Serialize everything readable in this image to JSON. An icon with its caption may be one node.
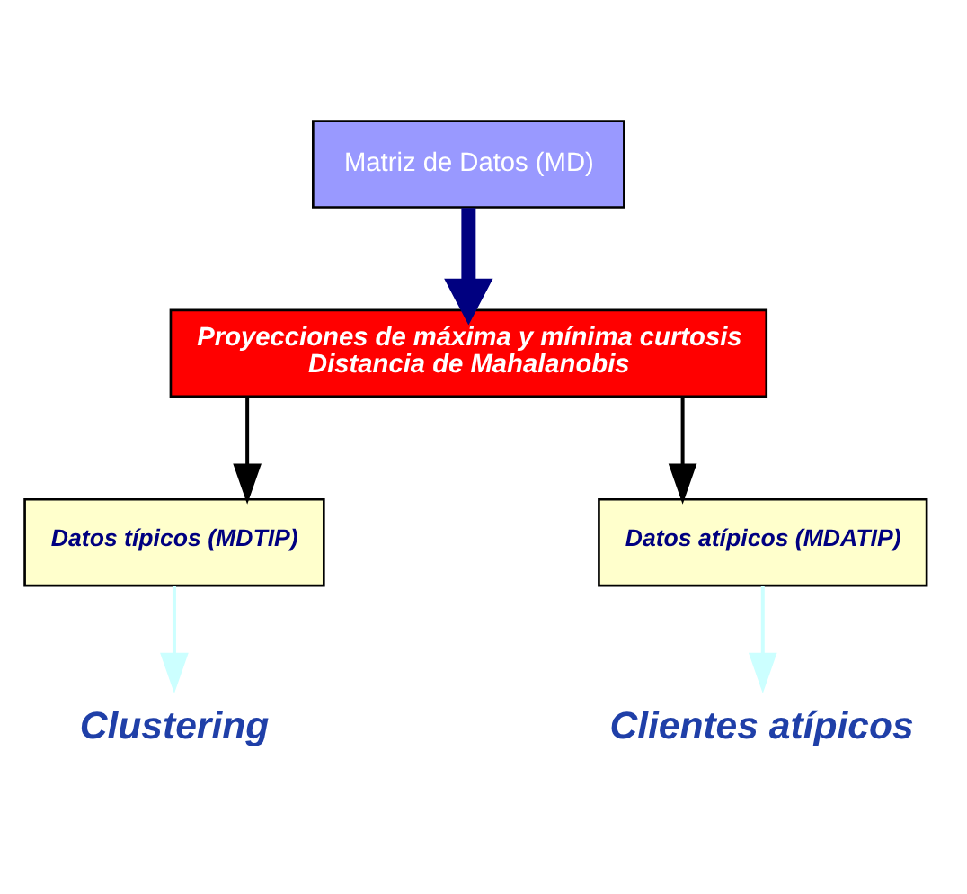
{
  "diagram": {
    "nodes": [
      {
        "text": [
          "Matriz de Datos (MD)"
        ]
      },
      {
        "text": [
          "Proyecciones de máxima y mínima curtosis",
          "Distancia de Mahalanobis"
        ]
      },
      {
        "text": [
          "Datos típicos (MDTIP)"
        ]
      },
      {
        "text": [
          "Datos atípicos (MDATIP)"
        ]
      },
      {
        "text": [
          "Clustering"
        ]
      },
      {
        "text": [
          "Clientes atípicos"
        ]
      }
    ],
    "edges": [
      {
        "from": 0,
        "to": 1,
        "arrow": "to",
        "style": "thick",
        "color": "#000080"
      },
      {
        "from": 1,
        "to": 2,
        "arrow": "to",
        "color": "#000000"
      },
      {
        "from": 1,
        "to": 3,
        "arrow": "to",
        "color": "#000000"
      },
      {
        "from": 2,
        "to": 4,
        "arrow": "to",
        "color": "#ccffff"
      },
      {
        "from": 3,
        "to": 5,
        "arrow": "to",
        "color": "#ccffff"
      }
    ]
  }
}
